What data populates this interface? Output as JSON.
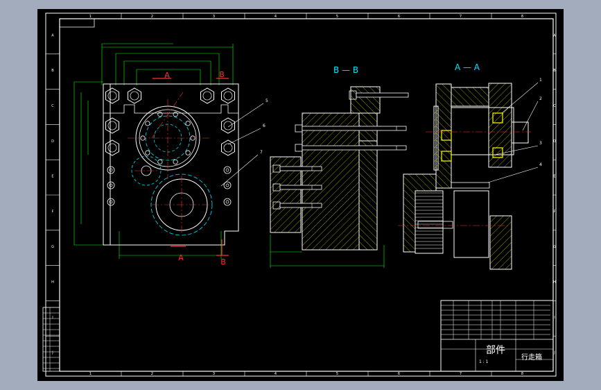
{
  "app": {
    "viewport_name": "CAD model space"
  },
  "colors": {
    "background": "#000000",
    "border": "#ffffff",
    "geometry": "#ffffff",
    "hatch": "#ffff00",
    "center": "#ff3030",
    "hidden": "#00e5ff",
    "dimension": "#00ff00",
    "leader": "#ffffff",
    "section_mark": "#ff3030"
  },
  "views": {
    "front": {
      "section_label_a_top": "A",
      "section_label_b_top": "B",
      "section_label_a_bottom": "A",
      "section_label_b_bottom": "B"
    },
    "section_bb": {
      "title": "B — B"
    },
    "section_aa": {
      "title": "A — A"
    }
  },
  "balloons": [
    "1",
    "2",
    "3",
    "4",
    "5",
    "6",
    "7"
  ],
  "title_block": {
    "part_label": "部件",
    "name": "行走箱",
    "scale_row": "1 : 1"
  },
  "zone_numbers_top": [
    "1",
    "2",
    "3",
    "4",
    "5",
    "6",
    "7",
    "8"
  ],
  "zone_letters_side": [
    "A",
    "B",
    "C",
    "D",
    "E",
    "F",
    "G",
    "H",
    "I",
    "J"
  ]
}
